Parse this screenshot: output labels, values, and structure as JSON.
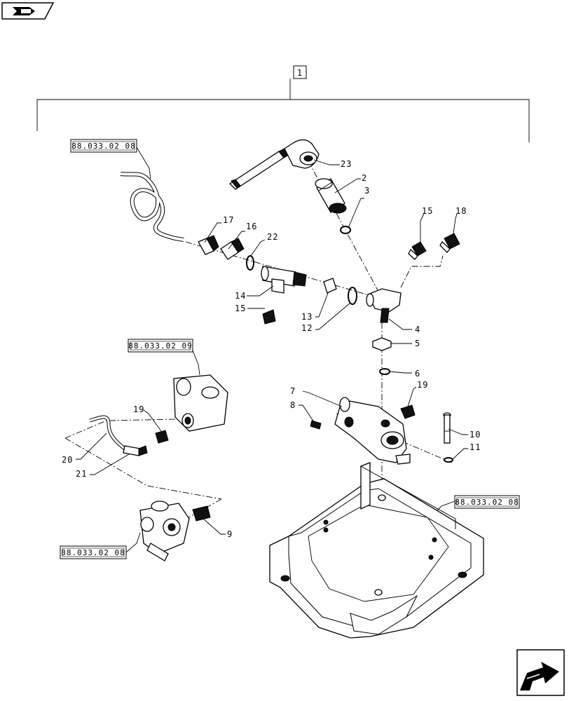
{
  "assembly_box": "1",
  "refs": {
    "top_left": "88.033.02 08",
    "mid_left": "88.033.02 09",
    "bottom_left": "88.033.02 08",
    "right": "88.033.02 08"
  },
  "callouts": {
    "c2": "2",
    "c3": "3",
    "c4": "4",
    "c5": "5",
    "c6": "6",
    "c7": "7",
    "c8": "8",
    "c9": "9",
    "c10": "10",
    "c11": "11",
    "c12": "12",
    "c13": "13",
    "c14": "14",
    "c15a": "15",
    "c15b": "15",
    "c16": "16",
    "c17": "17",
    "c18": "18",
    "c19a": "19",
    "c19b": "19",
    "c20": "20",
    "c21": "21",
    "c22": "22",
    "c23": "23"
  },
  "icons": {
    "top_left": "previous-page-icon",
    "bottom_right": "next-page-icon"
  }
}
